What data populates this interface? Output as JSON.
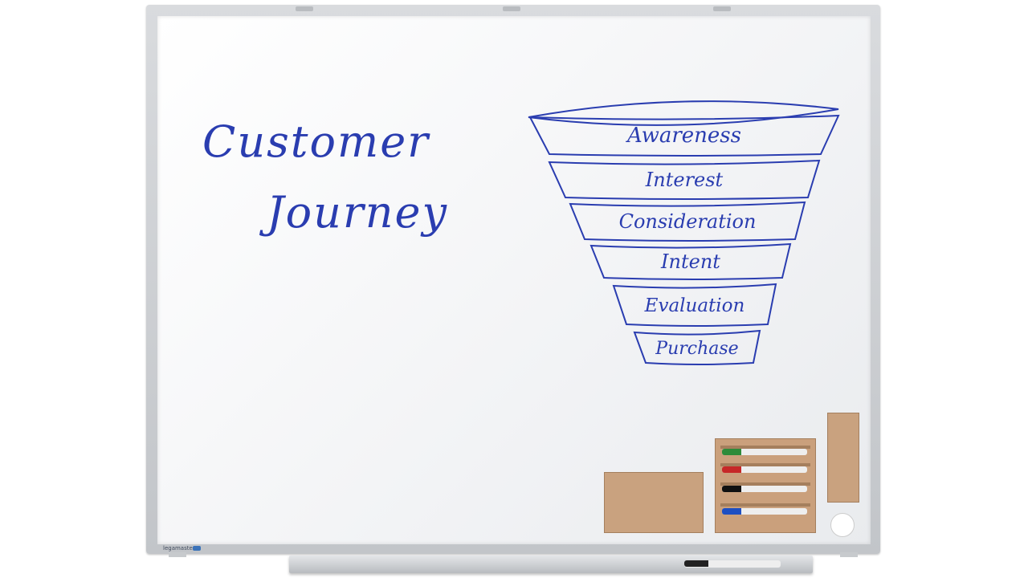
{
  "whiteboard": {
    "title_line_1": "Customer",
    "title_line_2": "Journey",
    "funnel_stages": [
      "Awareness",
      "Interest",
      "Consideration",
      "Intent",
      "Evaluation",
      "Purchase"
    ]
  },
  "colors": {
    "ink": "#2a3db0",
    "frame": "#c2c5c9",
    "cork": "#c9a27f",
    "marker_caps": [
      "#2e8b3a",
      "#c62828",
      "#111111",
      "#1e4fc2"
    ]
  }
}
